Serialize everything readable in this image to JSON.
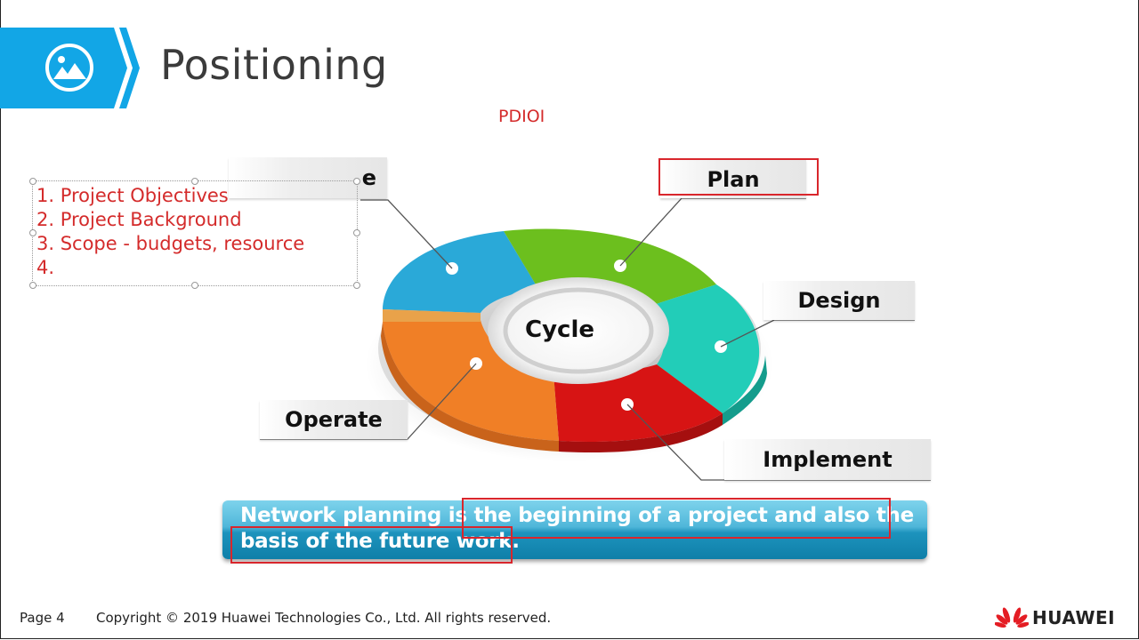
{
  "slide": {
    "title": "Positioning",
    "subtitle": "PDIOI",
    "title_icon": "image-icon",
    "accent_color": "#12a6e6"
  },
  "notes": {
    "items": [
      "1. Project Objectives",
      "2. Project Background",
      "3. Scope - budgets, resource",
      "4."
    ],
    "color": "#d42b2b"
  },
  "diagram": {
    "center_label": "Cycle",
    "phases": [
      {
        "label": "Prepare",
        "color": "#2aa9d8",
        "visible_text": "e"
      },
      {
        "label": "Plan",
        "color": "#6cbf1e"
      },
      {
        "label": "Design",
        "color": "#22cdb8"
      },
      {
        "label": "Implement",
        "color": "#d71414"
      },
      {
        "label": "Operate",
        "color": "#f07f26"
      }
    ]
  },
  "banner": {
    "line1": "Network planning is the beginning of a project and also the",
    "line2": "basis of the future work."
  },
  "footer": {
    "page": "Page 4",
    "copyright": "Copyright © 2019 Huawei Technologies Co., Ltd. All rights reserved.",
    "brand": "HUAWEI"
  }
}
